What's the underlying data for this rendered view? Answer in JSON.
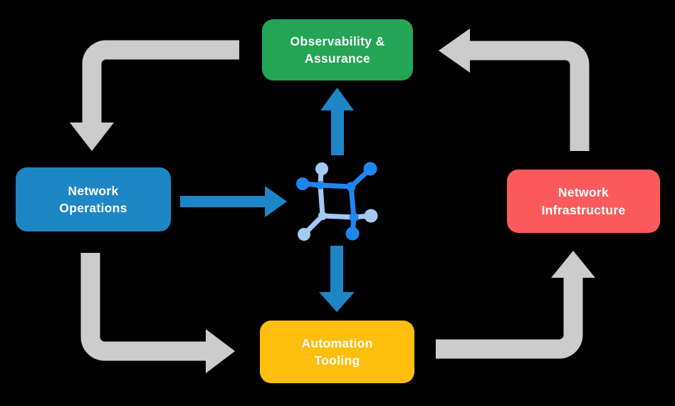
{
  "diagram": {
    "title": "network automation lifecycle diagram",
    "background_color": "#000000",
    "nodes": [
      {
        "id": "observability-assurance",
        "label": "Observability & Assurance",
        "label_lines": [
          "Observability &",
          "Assurance"
        ],
        "color": "#23A555",
        "text_color": "#FFFFFF"
      },
      {
        "id": "network-operations",
        "label": "Network Operations",
        "label_lines": [
          "Network",
          "Operations"
        ],
        "color": "#1F86C6",
        "text_color": "#FFFFFF"
      },
      {
        "id": "network-infrastructure",
        "label": "Network Infrastructure",
        "label_lines": [
          "Network",
          "Infrastructure"
        ],
        "color": "#FB5A5C",
        "text_color": "#FFFFFF"
      },
      {
        "id": "automation-tooling",
        "label": "Automation Tooling",
        "label_lines": [
          "Automation",
          "Tooling"
        ],
        "color": "#FDBE0D",
        "text_color": "#FFFFFF"
      }
    ],
    "center_icon": "network-mesh-icon",
    "icon_colors": {
      "dark_blue": "#1E86F0",
      "light_blue": "#A3C9F6"
    },
    "arrows": {
      "cycle_color": "#CCCCCC",
      "direct_color": "#1F86C6",
      "cycle": [
        "observability-assurance -> network-operations",
        "network-operations -> automation-tooling",
        "automation-tooling -> network-infrastructure",
        "network-infrastructure -> observability-assurance"
      ],
      "direct": [
        "network-operations -> center-icon",
        "center-icon -> observability-assurance",
        "center-icon -> automation-tooling"
      ]
    }
  }
}
